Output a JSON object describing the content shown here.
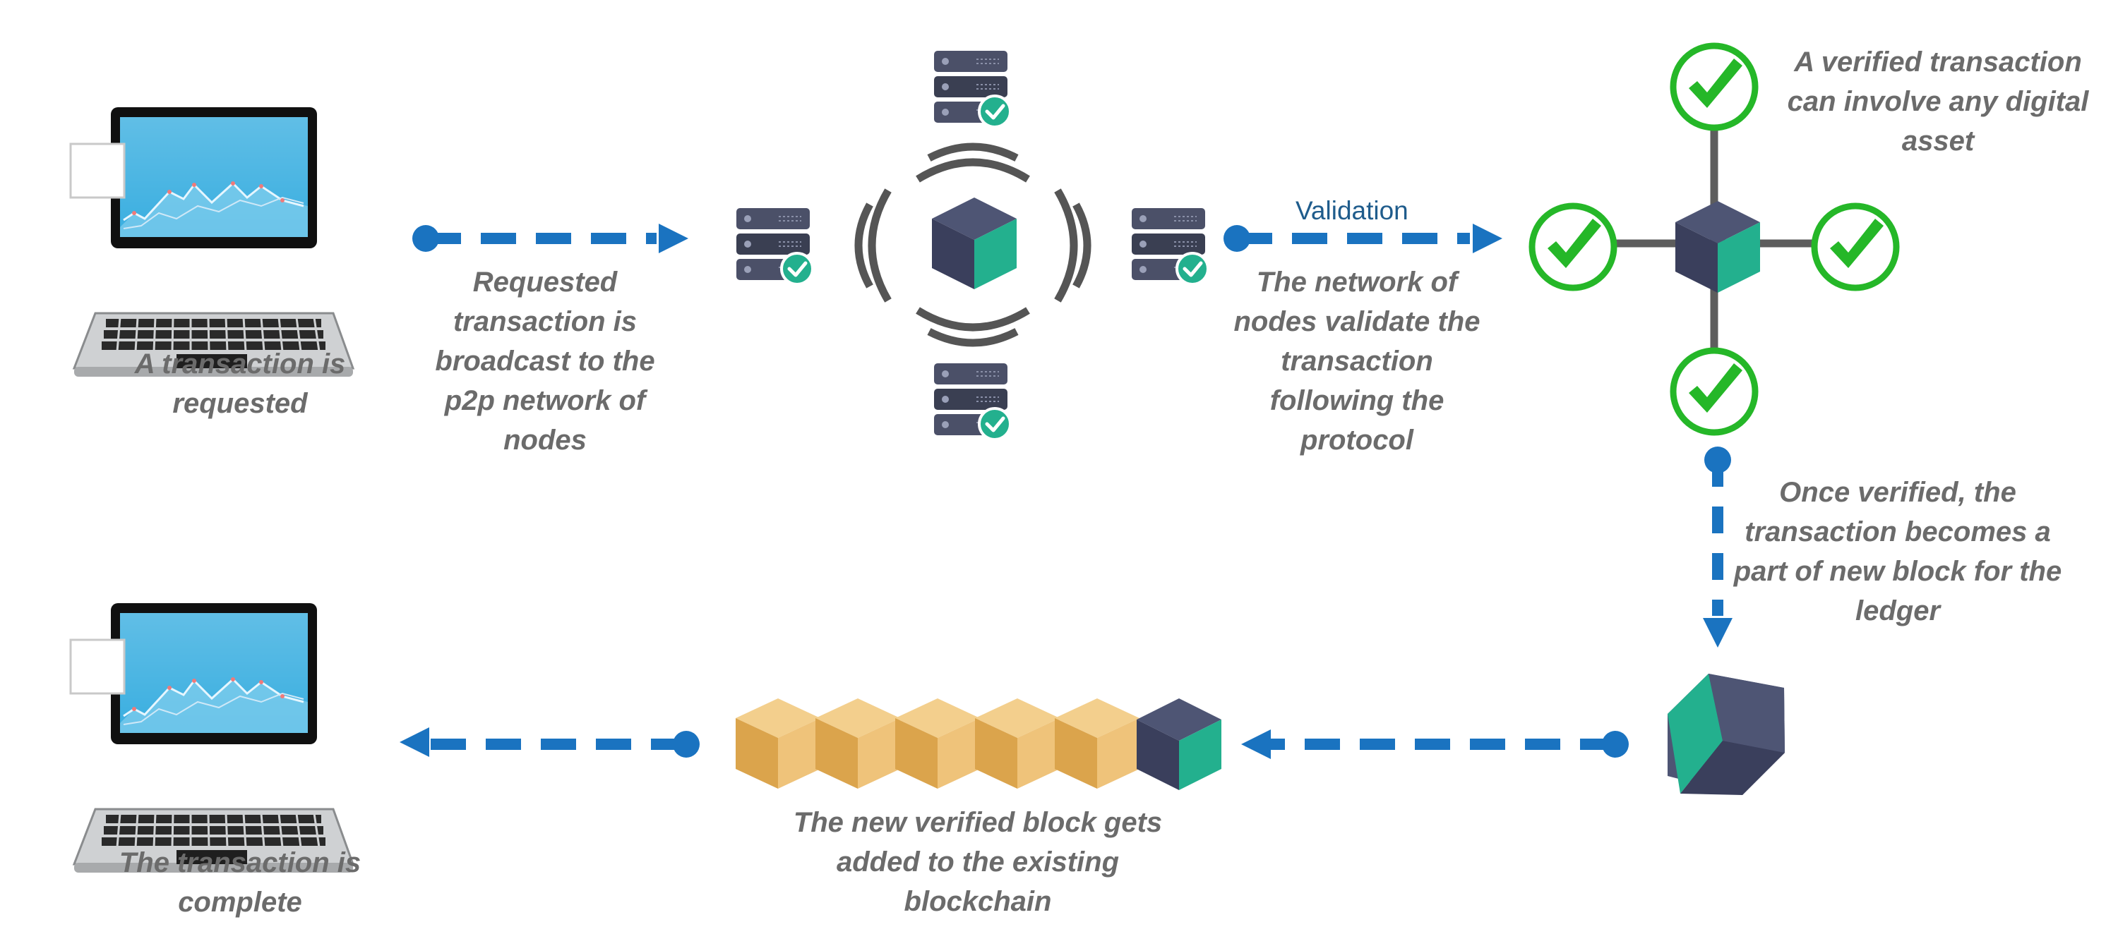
{
  "colors": {
    "arrow": "#1a73c0",
    "caption": "#6b6b6b",
    "cube_top": "#4e5574",
    "cube_left": "#3a3f5c",
    "cube_right": "#23b08e",
    "check": "#25b728",
    "server_dark": "#3a3f52",
    "server_mid": "#4b5068",
    "check_badge": "#23b08e",
    "block_gold": "#e8b566"
  },
  "icons": {
    "laptop": "laptop-icon",
    "server": "server-icon",
    "cube": "blockchain-block-cube-icon",
    "check": "green-checkmark-icon",
    "signal": "broadcast-wave-icon"
  },
  "captions": {
    "transaction_requested": "A transaction is\nrequested",
    "broadcast": "Requested\ntransaction is\nbroadcast to the\np2p network of\nnodes",
    "network_validate": "The network of\nnodes validate the\ntransaction\nfollowing the\nprotocol",
    "verified_any_asset": "A verified transaction\ncan involve any digital\nasset",
    "once_verified": "Once verified, the\ntransaction becomes a\npart of new block for the\nledger",
    "new_block_added": "The new verified block gets\nadded to the existing\nblockchain",
    "transaction_complete": "The transaction is\ncomplete"
  },
  "validation_label": "Validation"
}
